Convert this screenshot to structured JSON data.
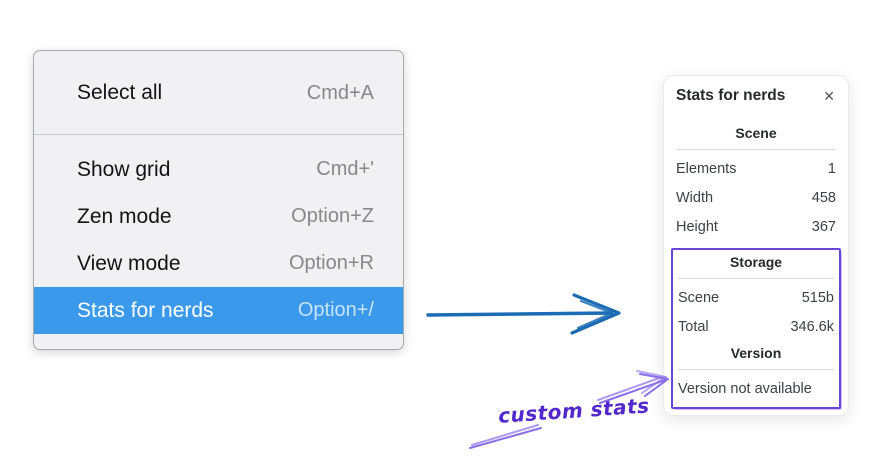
{
  "menu": {
    "items": [
      {
        "label": "Select all",
        "shortcut": "Cmd+A",
        "highlighted": false
      },
      {
        "label": "Show grid",
        "shortcut": "Cmd+'",
        "highlighted": false
      },
      {
        "label": "Zen mode",
        "shortcut": "Option+Z",
        "highlighted": false
      },
      {
        "label": "View mode",
        "shortcut": "Option+R",
        "highlighted": false
      },
      {
        "label": "Stats for nerds",
        "shortcut": "Option+/",
        "highlighted": true
      }
    ],
    "highlight_color": "#3b99ec"
  },
  "panel": {
    "title": "Stats for nerds",
    "close_icon": "✕",
    "sections": [
      {
        "header": "Scene",
        "rows": [
          [
            "Elements",
            "1"
          ],
          [
            "Width",
            "458"
          ],
          [
            "Height",
            "367"
          ]
        ]
      },
      {
        "header": "Storage",
        "rows": [
          [
            "Scene",
            "515b"
          ],
          [
            "Total",
            "346.6k"
          ]
        ]
      },
      {
        "header": "Version",
        "rows": [],
        "note": "Version not available"
      }
    ]
  },
  "annotations": {
    "label": "custom stats",
    "text_color": "#5227cc",
    "box_color": "#6947d6",
    "arrow_color": "#8a6ee8",
    "pointer_arrow_color": "#1b6cb5"
  }
}
